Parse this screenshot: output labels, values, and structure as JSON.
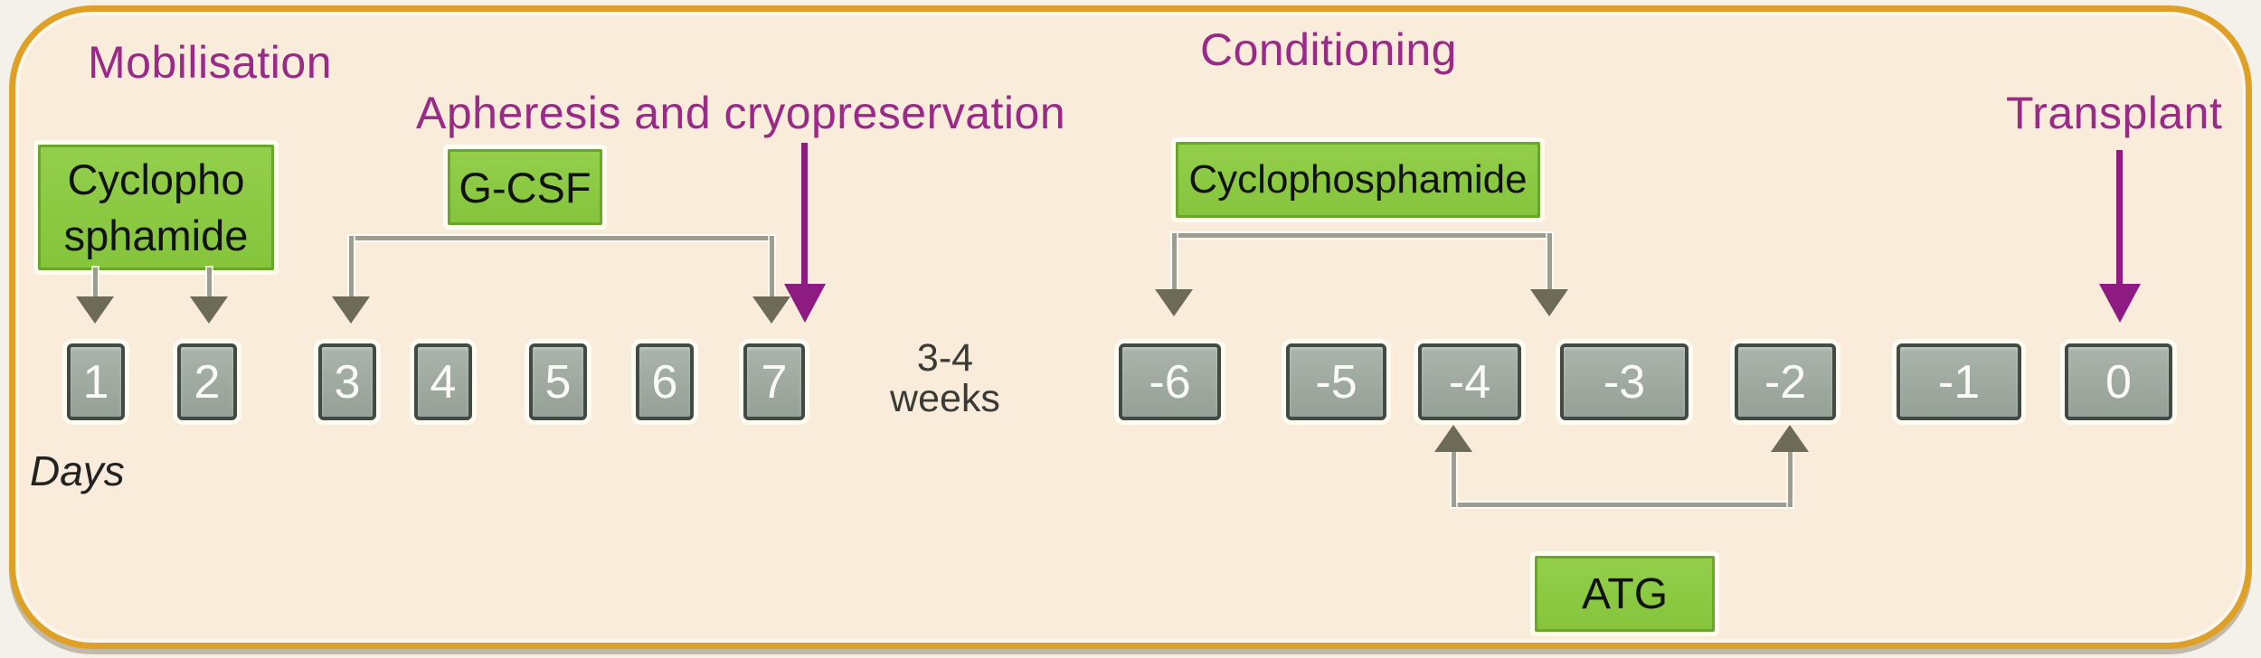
{
  "figure": {
    "phases": {
      "mobilisation": "Mobilisation",
      "apheresis": "Apheresis and cryopreservation",
      "conditioning": "Conditioning",
      "transplant": "Transplant"
    },
    "drugs": {
      "mobilisation_cyclophosphamide_line1": "Cyclopho",
      "mobilisation_cyclophosphamide_line2": "sphamide",
      "gcsf": "G-CSF",
      "conditioning_cyclophosphamide": "Cyclophosphamide",
      "atg": "ATG"
    },
    "timeline": {
      "axis_label": "Days",
      "interval_line1": "3-4",
      "interval_line2": "weeks",
      "mobilisation_days": [
        "1",
        "2",
        "3",
        "4",
        "5",
        "6",
        "7"
      ],
      "conditioning_days": [
        "-6",
        "-5",
        "-4",
        "-3",
        "-2",
        "-1",
        "0"
      ]
    },
    "colors": {
      "background": "#f9ecda",
      "frame_border": "#dfa125",
      "phase_label": "#992a87",
      "drug_box_green": "#8bc843",
      "day_box_gray": "#9ca79e",
      "purple_arrow": "#8e1b82",
      "bracket_line": "#9d9d90",
      "gray_arrowhead": "#6e6a58"
    }
  }
}
